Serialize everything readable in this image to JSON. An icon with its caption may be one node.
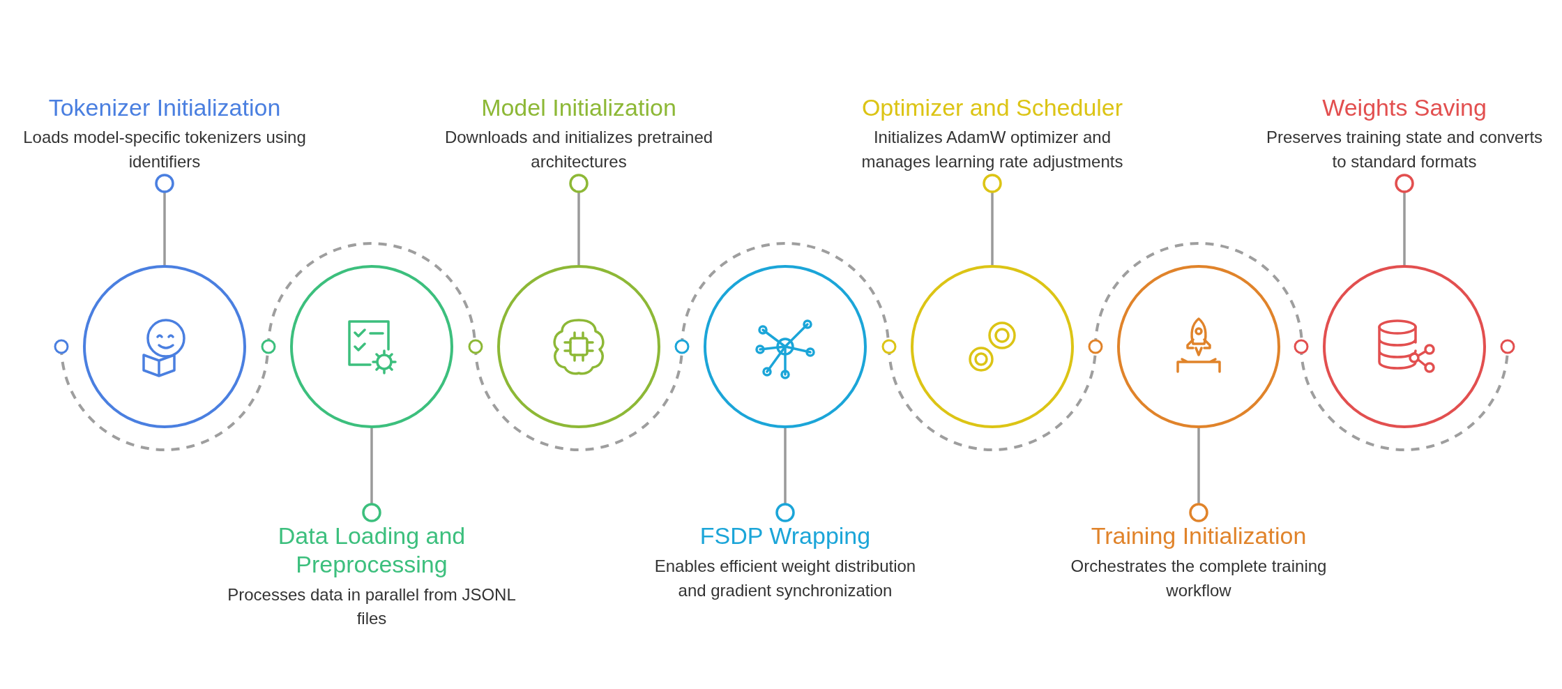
{
  "diagram": {
    "nodes": [
      {
        "text": [
          "Tokenizer Initialization",
          "Loads model-specific tokenizers using identifiers"
        ]
      },
      {
        "text": [],
        "shape": "circle"
      },
      {
        "text": [
          "Data Loading and Preprocessing",
          "Processes data in parallel from JSONL files"
        ]
      },
      {
        "text": [],
        "shape": "circle"
      },
      {
        "text": [
          "Model Initialization",
          "Downloads and initializes pretrained architectures"
        ]
      },
      {
        "text": [],
        "shape": "circle"
      },
      {
        "text": [
          "FSDP Wrapping",
          "Enables efficient weight distribution and gradient synchronization"
        ]
      },
      {
        "text": [],
        "shape": "circle"
      },
      {
        "text": [
          "Optimizer and Scheduler",
          "Initializes AdamW optimizer and manages learning rate adjustments"
        ]
      },
      {
        "text": [],
        "shape": "circle"
      },
      {
        "text": [
          "Training Initialization",
          "Orchestrates the complete training workflow"
        ]
      },
      {
        "text": [],
        "shape": "circle"
      },
      {
        "text": [
          "Weights Saving",
          "Preserves training state and converts to standard formats"
        ]
      },
      {
        "text": [],
        "shape": "circle"
      }
    ],
    "edges": [
      {
        "from": 0,
        "to": 1,
        "arrow": "other"
      },
      {
        "from": 2,
        "to": 3,
        "arrow": "other"
      },
      {
        "from": 4,
        "to": 5,
        "arrow": "other"
      },
      {
        "from": 6,
        "to": 7,
        "arrow": "other"
      },
      {
        "from": 8,
        "to": 9,
        "arrow": "other"
      },
      {
        "from": 10,
        "to": 11,
        "arrow": "other"
      },
      {
        "from": 12,
        "to": 13,
        "arrow": "other"
      }
    ]
  }
}
